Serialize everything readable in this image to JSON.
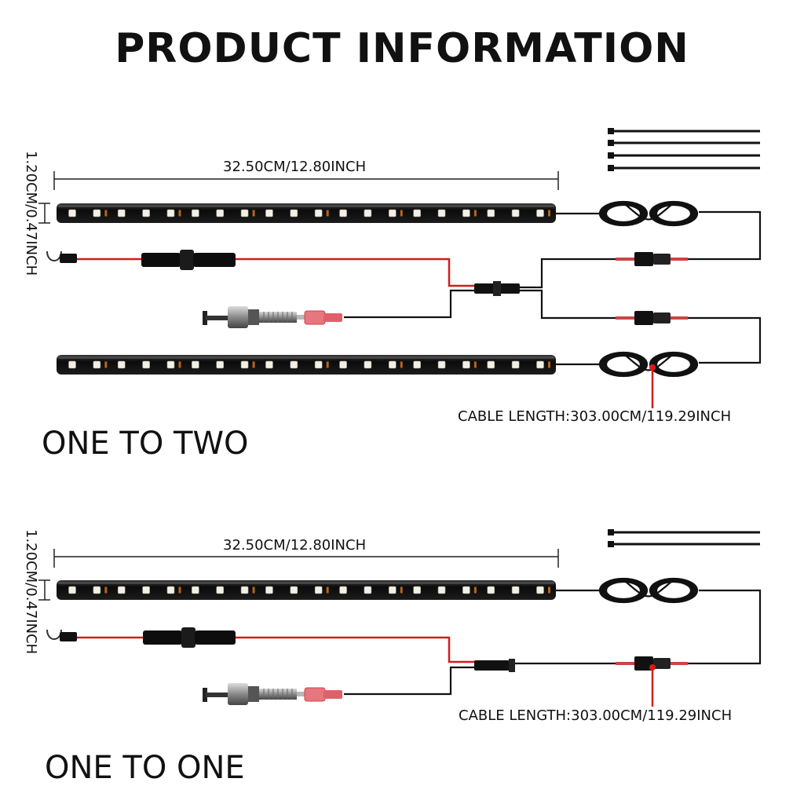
{
  "page": {
    "title": "PRODUCT INFORMATION"
  },
  "sections": [
    {
      "name": "ONE TO TWO",
      "length_label": "32.50CM/12.80INCH",
      "width_label": "1.20CM/0.47INCH",
      "cable_label": "CABLE LENGTH:303.00CM/119.29INCH",
      "light_bars": 2,
      "cable_ties": 4
    },
    {
      "name": "ONE TO ONE",
      "length_label": "32.50CM/12.80INCH",
      "width_label": "1.20CM/0.47INCH",
      "cable_label": "CABLE LENGTH:303.00CM/119.29INCH",
      "light_bars": 1,
      "cable_ties": 2
    }
  ],
  "colors": {
    "positive_wire": "#d81a1a",
    "wire": "#111111",
    "terminal": "#e0606a",
    "led": "#f2f0e2",
    "led_amber": "#b8651a",
    "bar": "#0b0b0b"
  }
}
